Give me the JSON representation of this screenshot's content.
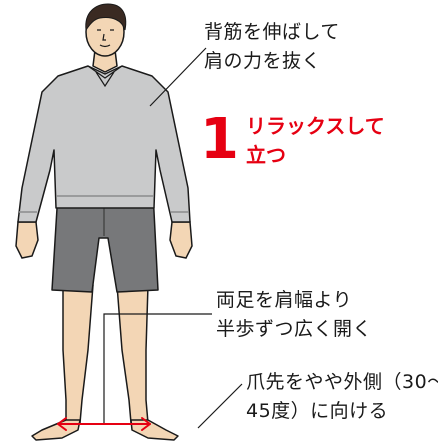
{
  "step": {
    "number": "1",
    "title_lines": [
      "リラックスして",
      "立つ"
    ]
  },
  "notes": {
    "shoulders": [
      "背筋を伸ばして",
      "肩の力を抜く"
    ],
    "feet_width": [
      "両足を肩幅より",
      "半歩ずつ広く開く"
    ],
    "toes": [
      "爪先をやや外側（30～",
      "45度）に向ける"
    ]
  },
  "colors": {
    "accent": "#e60012",
    "sweater": "#c9cacb",
    "shorts": "#77787a",
    "skin": "#f3d6b5",
    "hair": "#3a2a22",
    "line": "#1a1a1a"
  }
}
